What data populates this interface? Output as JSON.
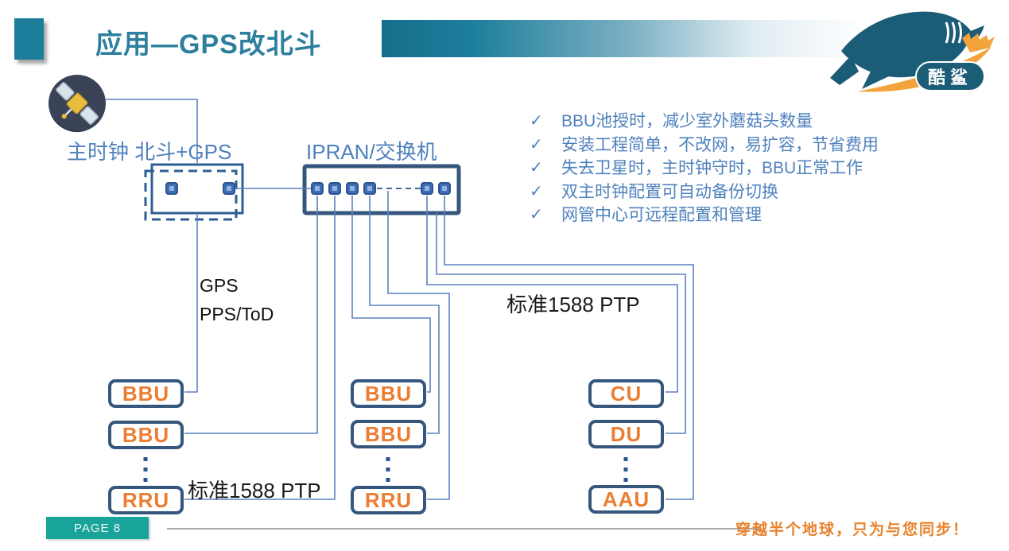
{
  "header": {
    "title": "应用—GPS改北斗",
    "logo_text": "酷鲨"
  },
  "bullets": {
    "check": "✓",
    "items": [
      "BBU池授时，减少室外蘑菇头数量",
      "安装工程简单，不改网，易扩容，节省费用",
      "失去卫星时，主时钟守时，BBU正常工作",
      "双主时钟配置可自动备份切换",
      "网管中心可远程配置和管理"
    ]
  },
  "diagram": {
    "clock_label": "主时钟 北斗+GPS",
    "switch_label": "IPRAN/交换机",
    "gps_label": {
      "line1": "GPS",
      "line2": "PPS/ToD"
    },
    "ptp_label_top": "标准1588 PTP",
    "ptp_label_bottom": "标准1588 PTP",
    "nodes": {
      "left": [
        "BBU",
        "BBU",
        "RRU"
      ],
      "middle": [
        "BBU",
        "BBU",
        "RRU"
      ],
      "right": [
        "CU",
        "DU",
        "AAU"
      ]
    }
  },
  "footer": {
    "page_label": "PAGE 8",
    "slogan": "穿越半个地球，只为与您同步！"
  },
  "colors": {
    "accent_teal": "#1d7e9b",
    "title_teal": "#2d7f9e",
    "bullet_blue": "#4f81bd",
    "wire_blue": "#5b82c0",
    "port_blue": "#3e6db3",
    "node_border_navy": "#35577e",
    "node_text_orange": "#ed7d31",
    "logo_teal": "#1b5c77",
    "logo_orange": "#f2a33c",
    "page_badge_teal": "#18a39b",
    "slogan_orange": "#e8812c"
  }
}
